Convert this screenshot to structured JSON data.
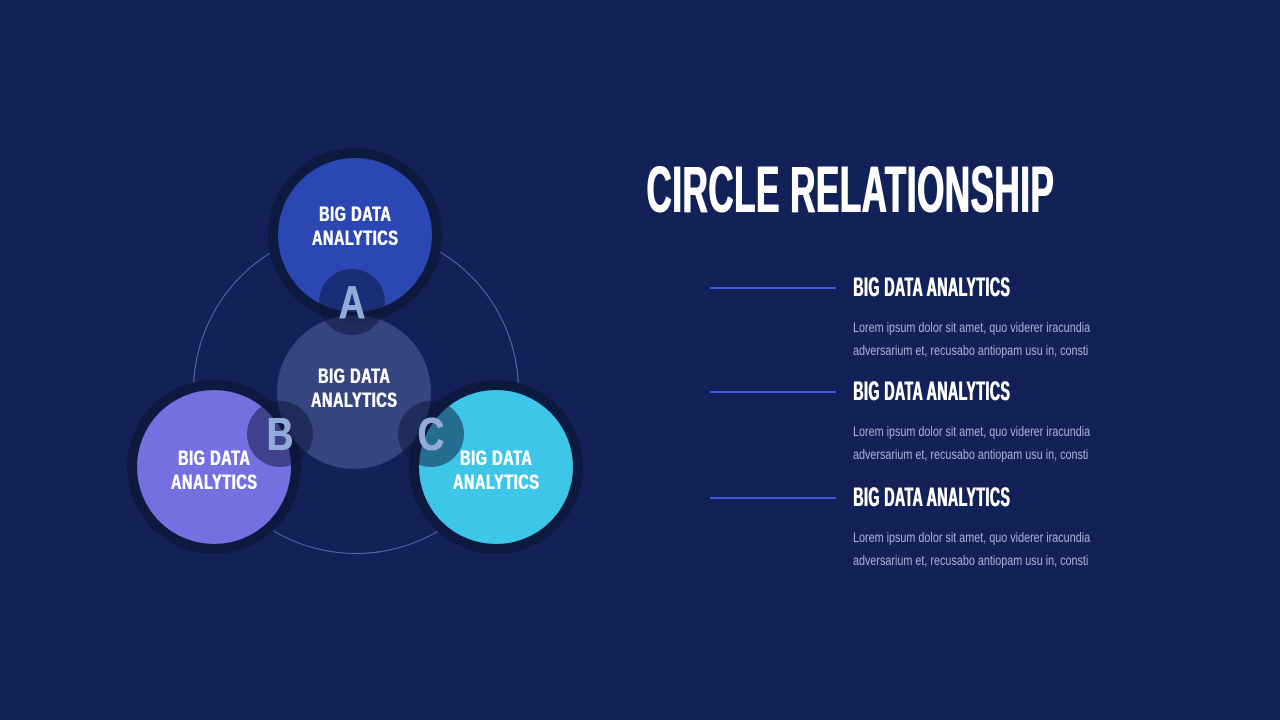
{
  "slide": {
    "title": "CIRCLE RELATIONSHIP",
    "background_color": "#122157"
  },
  "diagram": {
    "center": {
      "label": "BIG DATA ANALYTICS"
    },
    "nodes": [
      {
        "letter": "A",
        "label": "BIG DATA ANALYTICS",
        "color": "#2b47b4"
      },
      {
        "letter": "B",
        "label": "BIG DATA ANALYTICS",
        "color": "#7470e2"
      },
      {
        "letter": "C",
        "label": "BIG DATA ANALYTICS",
        "color": "#3ec6e8"
      }
    ],
    "ring_color": "#0d1a40",
    "outline_circle_color": "#8aa0e0",
    "connector_fill": "rgba(12,20,55,0.5)",
    "letter_color": "#93abd9"
  },
  "content": {
    "items": [
      {
        "heading": "BIG DATA ANALYTICS",
        "body": "Lorem ipsum dolor sit amet, quo viderer iracundia adversarium et, recusabo antiopam usu in, consti"
      },
      {
        "heading": "BIG DATA ANALYTICS",
        "body": "Lorem ipsum dolor sit amet, quo viderer iracundia adversarium et, recusabo antiopam usu in, consti"
      },
      {
        "heading": "BIG DATA ANALYTICS",
        "body": "Lorem ipsum dolor sit amet, quo viderer iracundia adversarium et, recusabo antiopam usu in, consti"
      }
    ],
    "accent_line_color": "#3c58dc",
    "body_text_color": "#a9b4da",
    "heading_text_color": "#ffffff"
  }
}
